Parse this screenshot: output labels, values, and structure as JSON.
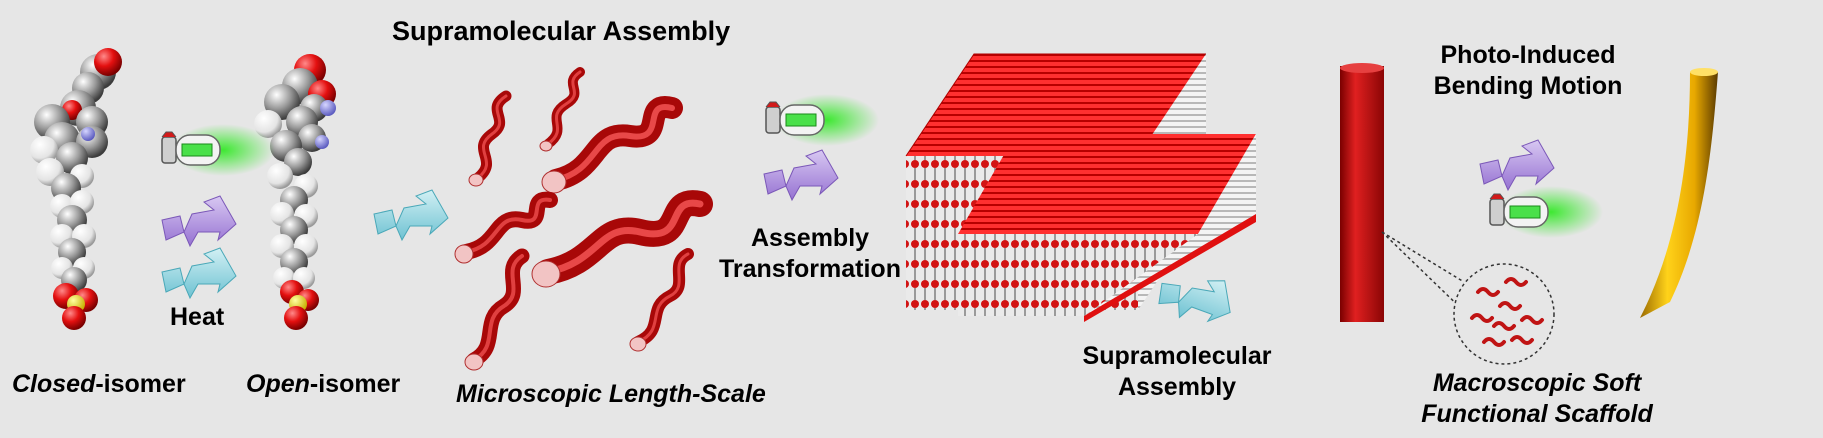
{
  "labels": {
    "title": "Supramolecular Assembly",
    "heat": "Heat",
    "closed_isomer_prefix": "Closed",
    "closed_isomer_suffix": "-isomer",
    "open_isomer_prefix": "Open",
    "open_isomer_suffix": "-isomer",
    "microscopic": "Microscopic Length-Scale",
    "assembly_transformation_line1": "Assembly",
    "assembly_transformation_line2": "Transformation",
    "supramolecular_assembly_line1": "Supramolecular",
    "supramolecular_assembly_line2": "Assembly",
    "photo_induced_line1": "Photo-Induced",
    "photo_induced_line2": "Bending Motion",
    "macroscopic_line1": "Macroscopic Soft",
    "macroscopic_line2": "Functional Scaffold"
  },
  "colors": {
    "background": "#e6e6e6",
    "fiber_red": "#c01414",
    "scaffold_gold": "#e8b400",
    "arrow_purple": "#a98ad8",
    "arrow_cyan": "#8fd0dc",
    "light_green": "#3ee832"
  },
  "icons": [
    "uv-light-icon",
    "arrow-purple-icon",
    "arrow-cyan-icon"
  ]
}
